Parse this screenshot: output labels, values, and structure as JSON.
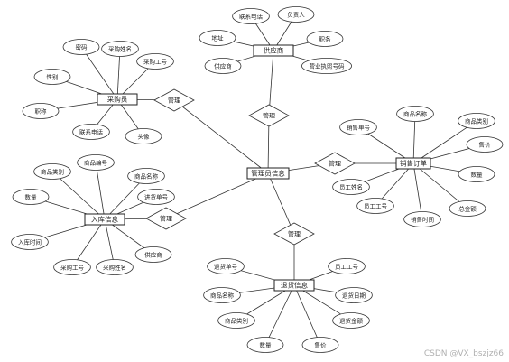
{
  "entities": [
    {
      "id": "supplier",
      "label": "供应商"
    },
    {
      "id": "buyer",
      "label": "采购员"
    },
    {
      "id": "admin",
      "label": "管理员信息"
    },
    {
      "id": "sales",
      "label": "销售订单"
    },
    {
      "id": "stockin",
      "label": "入库信息"
    },
    {
      "id": "returns",
      "label": "退货信息"
    }
  ],
  "relationships": [
    {
      "id": "r_supplier",
      "label": "管理"
    },
    {
      "id": "r_buyer",
      "label": "管理"
    },
    {
      "id": "r_sales",
      "label": "管理"
    },
    {
      "id": "r_stockin",
      "label": "管理"
    },
    {
      "id": "r_returns",
      "label": "管理"
    }
  ],
  "attributes": {
    "supplier": [
      "联系电话",
      "负责人",
      "地址",
      "职务",
      "供应商",
      "营业执照号码"
    ],
    "buyer": [
      "密码",
      "采购姓名",
      "采购工号",
      "性别",
      "职称",
      "联系电话",
      "头像"
    ],
    "sales": [
      "销售单号",
      "商品名称",
      "商品类别",
      "售价",
      "数量",
      "总金额",
      "销售时间",
      "员工工号",
      "员工姓名"
    ],
    "stockin": [
      "商品编号",
      "商品类别",
      "商品名称",
      "数量",
      "进货单号",
      "入库时间",
      "采购工号",
      "采购姓名",
      "供应商"
    ],
    "returns": [
      "退货单号",
      "员工工号",
      "商品名称",
      "退货日期",
      "商品类别",
      "退货金额",
      "数量",
      "售价"
    ]
  },
  "watermark": "CSDN @VX_bszjz66"
}
